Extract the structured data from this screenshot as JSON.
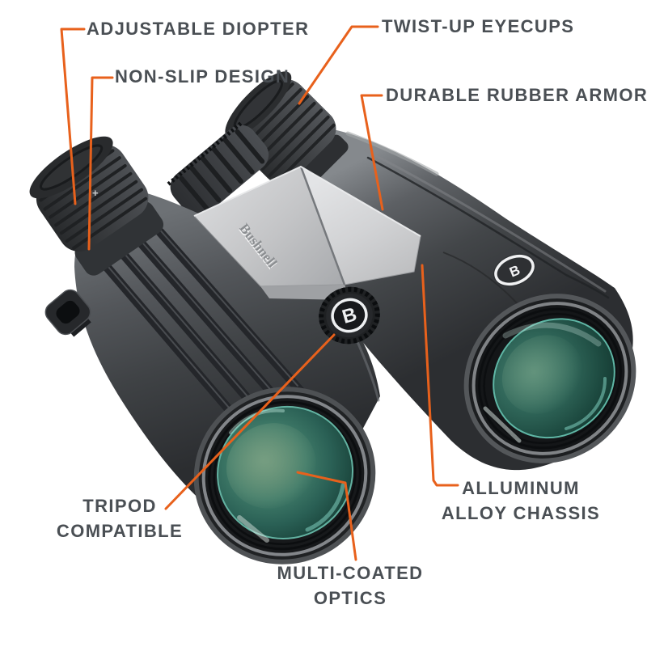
{
  "page": {
    "title": "Binocular feature callout diagram",
    "background": "#ffffff"
  },
  "brand": {
    "name": "Bushnell",
    "logo_letter": "B"
  },
  "product": {
    "diopter_plus": "+"
  },
  "colors": {
    "accent_orange": "#E8611C",
    "label_gray": "#4A4F54",
    "body_dark_gray": "#3A3D40",
    "silver_bridge": "#CDCED0",
    "lens_teal": "#2F6B5F"
  },
  "callouts": {
    "adjustable_diopter": {
      "label": "ADJUSTABLE DIOPTER"
    },
    "non_slip_design": {
      "label": "NON-SLIP DESIGN"
    },
    "twist_up_eyecups": {
      "label": "TWIST-UP EYECUPS"
    },
    "durable_rubber_armor": {
      "label": "DURABLE RUBBER ARMOR"
    },
    "tripod_compatible": {
      "line1": "TRIPOD",
      "line2": "COMPATIBLE"
    },
    "multi_coated_optics": {
      "line1": "MULTI-COATED",
      "line2": "OPTICS"
    },
    "aluminum_alloy_chassis": {
      "line1": "ALLUMINUM",
      "line2": "ALLOY CHASSIS"
    }
  }
}
